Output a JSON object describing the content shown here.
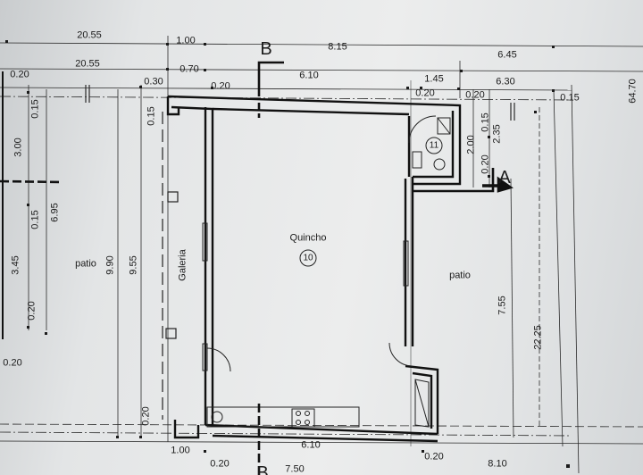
{
  "rooms": {
    "quincho": {
      "label": "Quincho",
      "number": "10"
    },
    "bathroom": {
      "number": "11"
    },
    "galeria": "Galeria",
    "patio_left": "patio",
    "patio_right": "patio"
  },
  "section_marks": {
    "b_top": "B",
    "a_right": "A",
    "b_bottom": "B"
  },
  "dimensions": {
    "top_20_55_a": "20.55",
    "top_1_00": "1.00",
    "top_8_15": "8.15",
    "top_6_45": "6.45",
    "top_20_55_b": "20.55",
    "top_0_20_left": "0.20",
    "top_0_70": "0.70",
    "top_1_45": "1.45",
    "top_6_30": "6.30",
    "top_0_30": "0.30",
    "top_0_20_mid": "0.20",
    "top_6_10": "6.10",
    "top_0_20_r1": "0.20",
    "top_0_20_r2": "0.20",
    "top_0_15_r": "0.15",
    "side_64_70": "64.70",
    "l_0_15_a": "0.15",
    "l_3_00": "3.00",
    "l_6_95": "6.95",
    "l_0_15_b": "0.15",
    "l_3_45": "3.45",
    "l_0_20_a": "0.20",
    "l_0_20_b": "0.20",
    "l_9_90": "9.90",
    "l_9_55": "9.55",
    "l_0_15_c": "0.15",
    "l_0_20_c": "0.20",
    "r_0_15": "0.15",
    "r_2_35": "2.35",
    "r_2_00": "2.00",
    "r_0_20": "0.20",
    "r_7_55": "7.55",
    "r_22_25": "22.25",
    "b_1_00": "1.00",
    "b_6_10": "6.10",
    "b_0_20_a": "0.20",
    "b_7_50": "7.50",
    "b_0_20_b": "0.20",
    "b_8_10": "8.10"
  }
}
